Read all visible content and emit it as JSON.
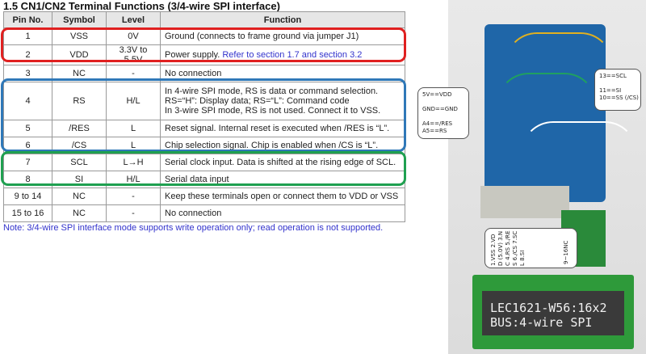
{
  "title": "1.5 CN1/CN2 Terminal Functions (3/4-wire SPI interface)",
  "table": {
    "headers": [
      "Pin No.",
      "Symbol",
      "Level",
      "Function"
    ],
    "rows": [
      {
        "pin": "1",
        "symbol": "VSS",
        "level": "0V",
        "function": "Ground (connects to frame ground via jumper J1)",
        "link": ""
      },
      {
        "pin": "2",
        "symbol": "VDD",
        "level": "3.3V to 5.5V",
        "function": "Power supply.",
        "link": "Refer to section 1.7 and section 3.2"
      },
      {
        "pin": "3",
        "symbol": "NC",
        "level": "-",
        "function": "No connection",
        "link": ""
      },
      {
        "pin": "4",
        "symbol": "RS",
        "level": "H/L",
        "function": "In 4-wire SPI mode, RS is data or command selection.",
        "line2": "RS=“H”: Display data;    RS=“L”: Command code",
        "line3": "In 3-wire SPI mode, RS is not used. Connect it to VSS.",
        "link": ""
      },
      {
        "pin": "5",
        "symbol": "/RES",
        "level": "L",
        "function": "Reset signal. Internal reset is executed when /RES is “L”.",
        "link": ""
      },
      {
        "pin": "6",
        "symbol": "/CS",
        "level": "L",
        "function": "Chip selection signal. Chip is enabled when /CS is “L”.",
        "link": ""
      },
      {
        "pin": "7",
        "symbol": "SCL",
        "level": "L→H",
        "function": "Serial clock input. Data is shifted at the rising edge of SCL.",
        "link": ""
      },
      {
        "pin": "8",
        "symbol": "SI",
        "level": "H/L",
        "function": "Serial data input",
        "link": ""
      },
      {
        "pin": "9 to 14",
        "symbol": "NC",
        "level": "-",
        "function": "Keep these terminals open or connect them to VDD or VSS",
        "link": ""
      },
      {
        "pin": "15 to 16",
        "symbol": "NC",
        "level": "-",
        "function": "No connection",
        "link": ""
      }
    ]
  },
  "note": "Note: 3/4-wire SPI interface mode supports write operation only; read operation is not supported.",
  "highlights": {
    "power": "#e02020",
    "control": "#2f78b8",
    "serial": "#1fa050"
  },
  "photo": {
    "label_left": "5V==VDD\n\nGND==GND\n\nA4==/RES\nA5==RS",
    "label_right": "13==SCL\n\n11==SI\n10==SS (/CS)",
    "label_pins": "1.VSS\n2.VDD\n(5.0V)\n3.NC\n4.RS\n5./RES\n6./CS\n7.SCL\n8.SI",
    "label_pins_nc": "9~16NC",
    "display_line1": "LEC1621-W56:16x2",
    "display_line2": "BUS:4-wire SPI"
  }
}
